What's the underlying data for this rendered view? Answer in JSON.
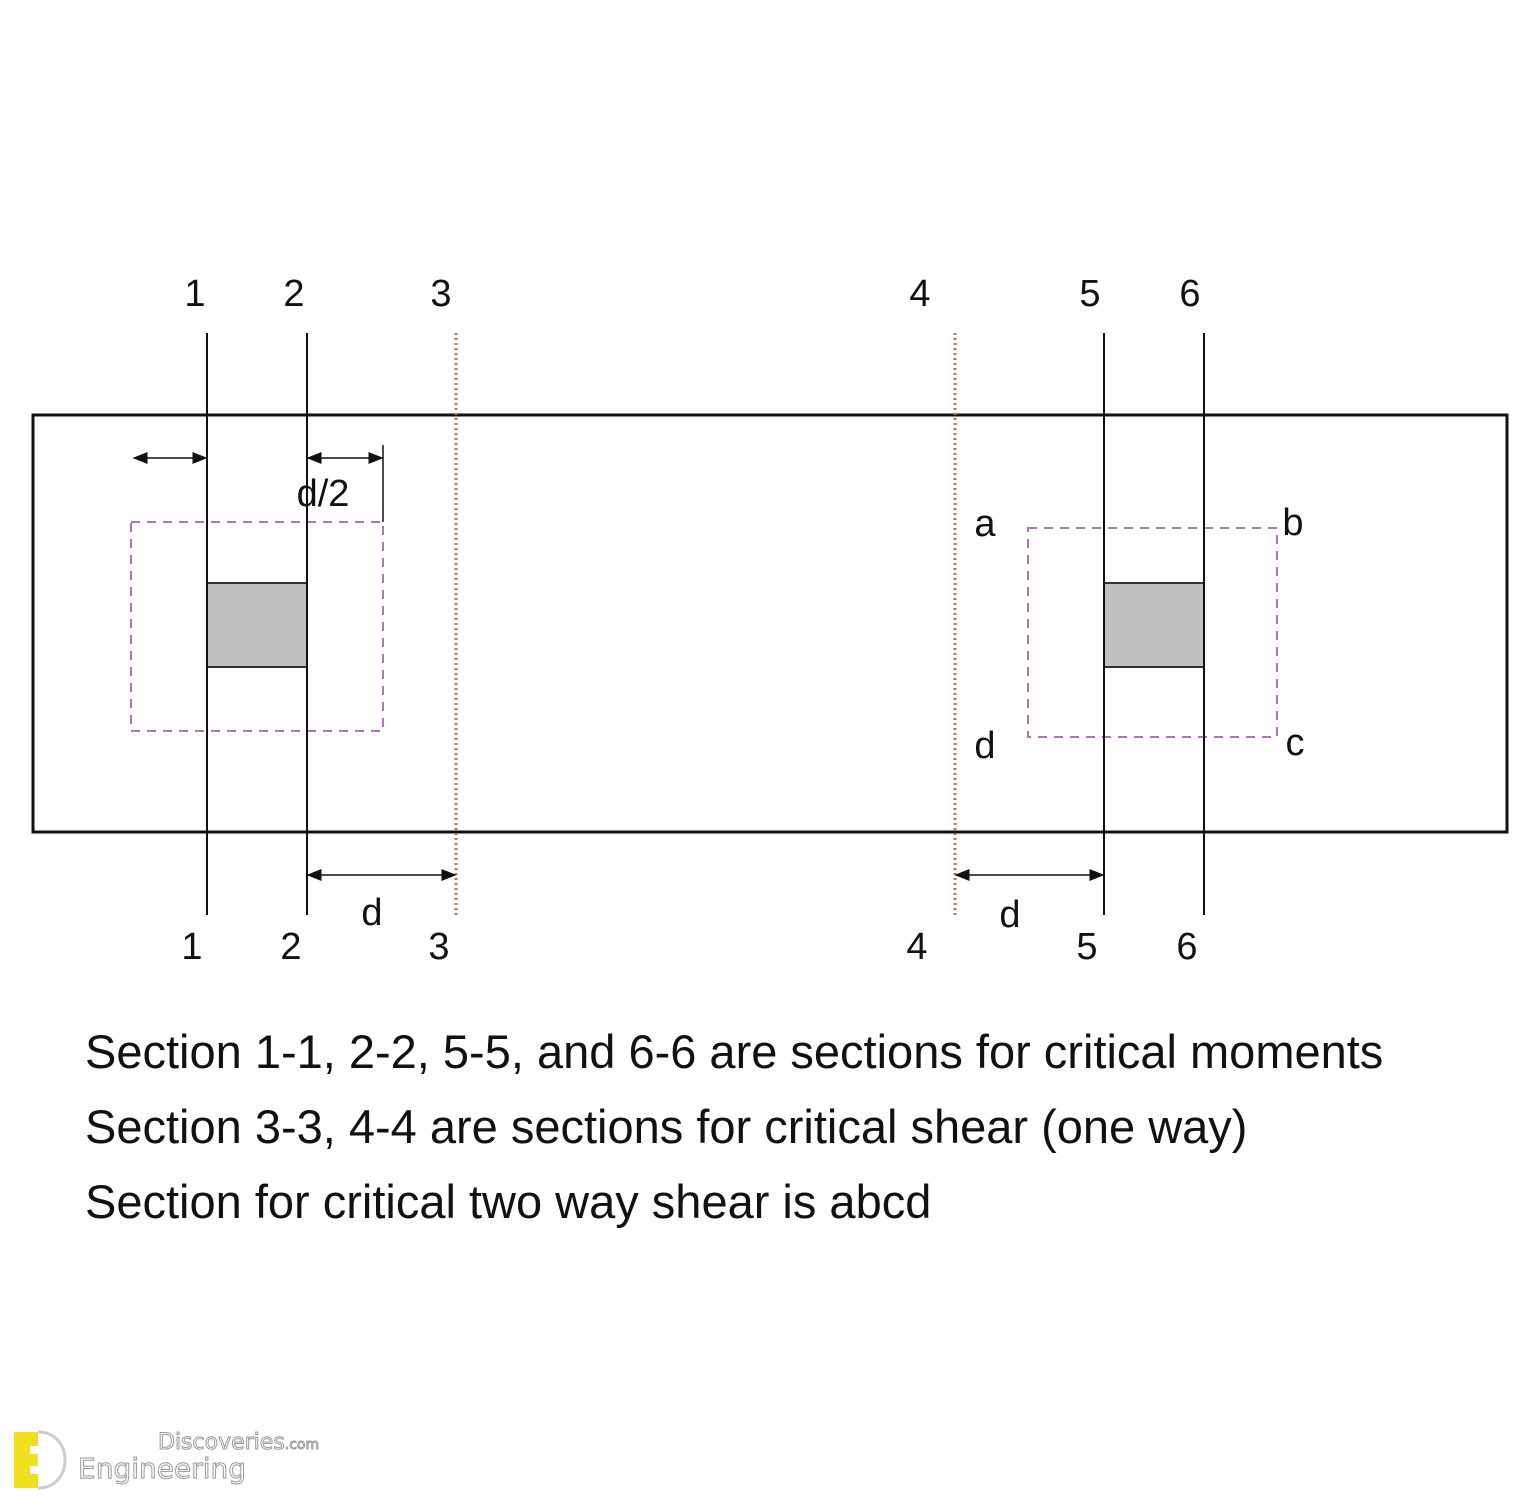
{
  "diagram": {
    "section_labels_top": [
      "1",
      "2",
      "3",
      "4",
      "5",
      "6"
    ],
    "section_labels_bottom": [
      "1",
      "2",
      "3",
      "4",
      "5",
      "6"
    ],
    "dimension_labels": {
      "half_d": "d/2",
      "left_d": "d",
      "right_d": "d"
    },
    "corner_labels": {
      "a": "a",
      "b": "b",
      "c": "c",
      "d": "d"
    },
    "colors": {
      "outline": "#111111",
      "column_fill": "#c0c0c0",
      "critical_perimeter": "#b074b8",
      "shear_section": "#c0704a"
    }
  },
  "captions": [
    "Section 1-1, 2-2, 5-5, and 6-6 are sections for critical moments",
    "Section 3-3, 4-4 are sections for critical shear (one way)",
    "Section for critical two way shear is abcd"
  ],
  "watermark": {
    "line1": "Discoveries",
    "line1_suffix": ".com",
    "line2": "Engineering"
  }
}
